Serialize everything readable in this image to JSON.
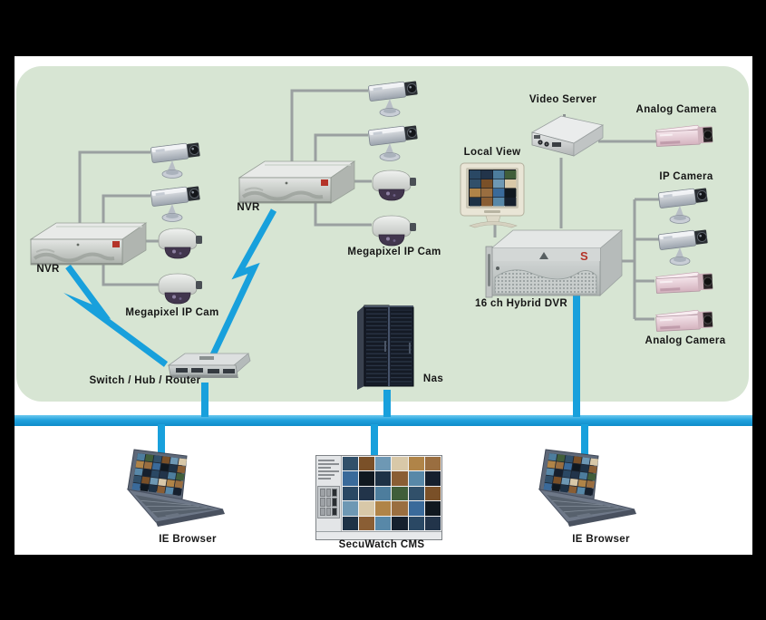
{
  "colors": {
    "background": "#000000",
    "page": "#ffffff",
    "lan_panel": "#d7e5d3",
    "network_link": "#18a0dc",
    "device_link": "#9aa0a0",
    "label_text": "#161616",
    "brand_red": "#b43328"
  },
  "brand": {
    "mark": "S"
  },
  "labels": {
    "nvr_left": "NVR",
    "nvr_middle": "NVR",
    "megapixel_ip_cam_left": "Megapixel IP Cam",
    "megapixel_ip_cam_middle": "Megapixel IP Cam",
    "video_server": "Video Server",
    "analog_camera_top": "Analog Camera",
    "ip_camera": "IP Camera",
    "local_view": "Local View",
    "hybrid_dvr": "16 ch Hybrid DVR",
    "analog_camera_bottom": "Analog Camera",
    "switch_hub_router": "Switch / Hub / Router",
    "nas": "Nas",
    "ie_browser_left": "IE Browser",
    "secuwatch_cms": "SecuWatch CMS",
    "ie_browser_right": "IE Browser"
  }
}
